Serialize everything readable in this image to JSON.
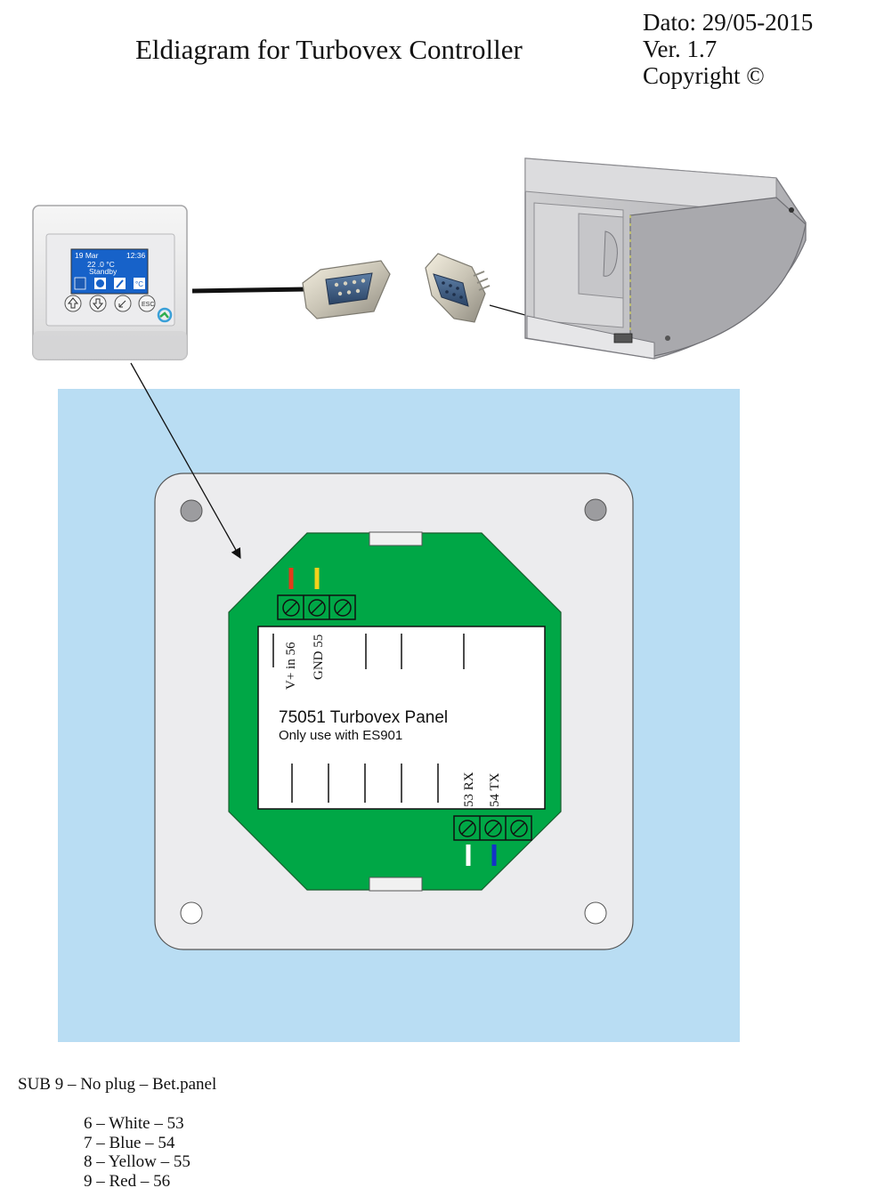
{
  "title": "Eldiagram for Turbovex Controller",
  "meta": {
    "date": "Dato: 29/05-2015",
    "version": "Ver. 1.7",
    "copyright": "Copyright ©"
  },
  "controller_display": {
    "date": "19 Mar",
    "time": "12:36",
    "temperature": "22 .0 °C",
    "status": "Standby",
    "esc_label": "ESC"
  },
  "panel": {
    "name": "75051 Turbovex Panel",
    "note": "Only use with ES901",
    "top_terminals": [
      {
        "label": "V+ in 56",
        "wire_color": "#e33b1a"
      },
      {
        "label": "GND 55",
        "wire_color": "#f2d21b"
      }
    ],
    "bottom_terminals": [
      {
        "label": "53 RX",
        "wire_color": "#ffffff"
      },
      {
        "label": "54 TX",
        "wire_color": "#1433c8"
      }
    ]
  },
  "colors": {
    "background_panel": "#b9ddf3",
    "plate": "#ececee",
    "board": "#00a746"
  },
  "footer": "SUB 9 – No plug – Bet.panel",
  "pin_mapping": [
    "6 – White – 53",
    "7 – Blue – 54",
    "8 – Yellow – 55",
    "9 – Red – 56"
  ]
}
